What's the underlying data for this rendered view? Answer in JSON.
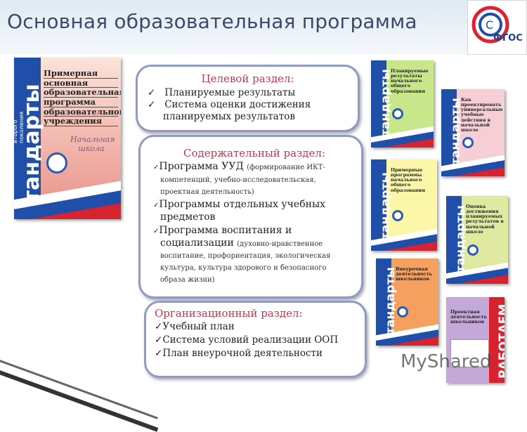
{
  "slide": {
    "title": "Основная образовательная программа",
    "logo_text": "ФГОС",
    "watermark": "MyShared"
  },
  "main_book": {
    "spine": "стандарты",
    "spine_sub": "второго поколения",
    "title_lines": [
      "Примерная",
      "основная",
      "образовательная",
      "программа",
      "образовательного",
      "учреждения"
    ],
    "subtitle": "Начальная школа"
  },
  "sections": [
    {
      "heading": "Целевой раздел:",
      "items": [
        {
          "text": "Планируемые результаты"
        },
        {
          "text": "Система оценки достижения планируемых результатов"
        }
      ]
    },
    {
      "heading": "Содержательный раздел:",
      "items": [
        {
          "text": "Программа УУД",
          "note": "(формирование ИКТ-компетенций, учебно-исследовательская, проектная деятельность)"
        },
        {
          "text": "Программы отдельных учебных предметов"
        },
        {
          "text": "Программа воспитания и социализации",
          "note": "(духовно-нравственное воспитание, профориентация, экологическая культура, культура здорового и безопасного образа жизни)"
        }
      ]
    },
    {
      "heading": "Организационный раздел:",
      "items": [
        {
          "text": "Учебный план"
        },
        {
          "text": "Система условий реализации ООП"
        },
        {
          "text": "План внеурочной деятельности"
        }
      ]
    }
  ],
  "books": [
    {
      "spine": "стандарты",
      "title": "Планируемые результаты начального общего образования",
      "color": "#c8e68a"
    },
    {
      "spine": "стандарты",
      "title": "Как проектировать универсальные учебные действия в начальной школе",
      "color": "#f6cfd6"
    },
    {
      "spine": "стандарты",
      "title": "Примерные программы начального общего образования",
      "color": "#fbf6a8"
    },
    {
      "spine": "стандарты",
      "title": "Оценка достижения планируемых результатов в начальной школе",
      "color": "#dfeaa0"
    },
    {
      "spine": "стандарты",
      "title": "Внеурочная деятельность школьников",
      "color": "#f6a060"
    },
    {
      "spine": "РАБОТАЕМ",
      "title": "Проектная деятельность школьников",
      "color": "#c4a8d8"
    }
  ],
  "check_mark": "✓"
}
